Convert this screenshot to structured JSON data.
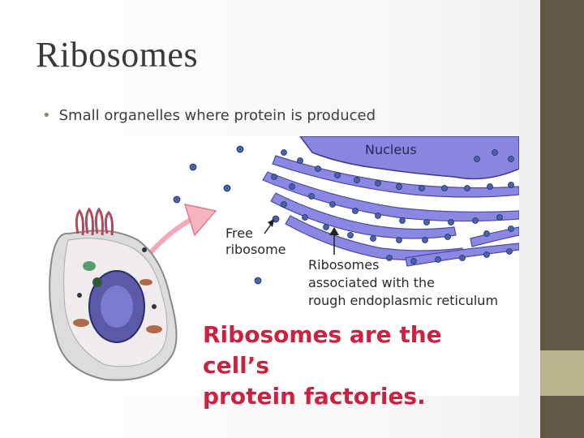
{
  "slide": {
    "title": "Ribosomes",
    "bullets": [
      "Small organelles where protein is produced"
    ]
  },
  "figure": {
    "labels": {
      "nucleus": "Nucleus",
      "free_ribosome_line1": "Free",
      "free_ribosome_line2": "ribosome",
      "associated_line1": "Ribosomes",
      "associated_line2": "associated with the",
      "associated_line3": "rough endoplasmic reticulum"
    },
    "caption_line1": "Ribosomes are the cell’s",
    "caption_line2": "protein factories."
  },
  "colors": {
    "sidebar_dark": "#5e5a46",
    "sidebar_accent": "#b7b48e",
    "er_purple": "#7f7fd6",
    "ribosome_blue": "#4a63a8",
    "caption_red": "#cc2240",
    "arrow_pink": "#f4a8b6"
  }
}
